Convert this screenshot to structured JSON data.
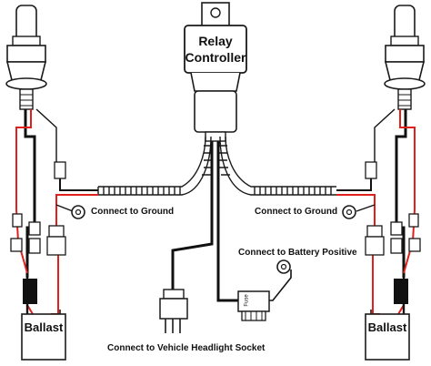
{
  "relay": {
    "line1": "Relay",
    "line2": "Controller"
  },
  "labels": {
    "ground_left": "Connect to Ground",
    "ground_right": "Connect to Ground",
    "battery": "Connect to Battery Positive",
    "headlight_socket": "Connect to Vehicle Headlight Socket",
    "fuse": "Fuse"
  },
  "ballast": {
    "left": "Ballast",
    "right": "Ballast"
  },
  "colors": {
    "black_wire": "#111111",
    "red_wire": "#e0201c",
    "outline": "#1a1a1a"
  }
}
